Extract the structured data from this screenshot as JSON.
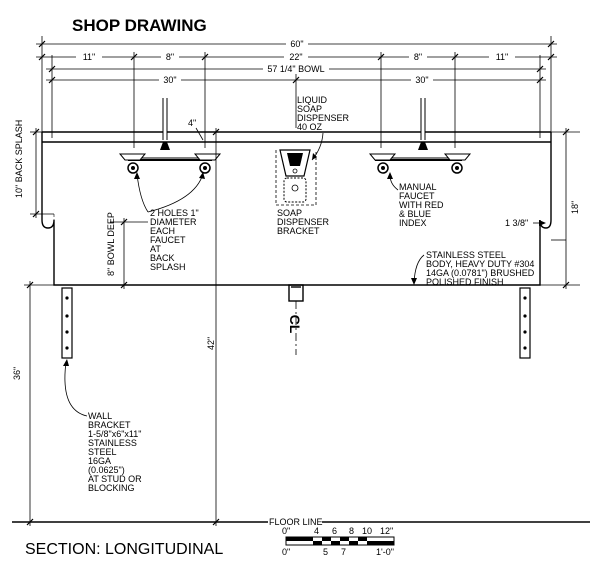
{
  "title": "SHOP DRAWING",
  "section_title": "SECTION: LONGITUDINAL",
  "dimensions": {
    "overall": "60\"",
    "left_11": "11\"",
    "left_8": "8\"",
    "center_22": "22\"",
    "right_8": "8\"",
    "right_11": "11\"",
    "bowl": "57 1/4\" BOWL",
    "left_30": "30\"",
    "right_30": "30\"",
    "gap_4": "4\"",
    "backsplash_10": "10\" BACK SPLASH",
    "height_18": "18\"",
    "edge_1_3_8": "1 3/8\"",
    "bowl_deep": "8\" BOWL DEEP",
    "height_36": "36\"",
    "height_42": "42\""
  },
  "callouts": {
    "liquid_soap": [
      "LIQUID",
      "SOAP",
      "DISPENSER",
      "40 OZ"
    ],
    "soap_bracket": [
      "SOAP",
      "DISPENSER",
      "BRACKET"
    ],
    "manual_faucet": [
      "MANUAL",
      "FAUCET",
      "WITH RED",
      "& BLUE",
      "INDEX"
    ],
    "holes": [
      "2 HOLES 1\"",
      "DIAMETER",
      "EACH",
      "FAUCET",
      "AT",
      "BACK",
      "SPLASH"
    ],
    "stainless_body": [
      "STAINLESS STEEL",
      "BODY, HEAVY DUTY #304",
      "14GA (0.0781\") BRUSHED",
      "POLISHED FINISH"
    ],
    "wall_bracket": [
      "WALL",
      "BRACKET",
      "1-5/8\"x6\"x11\"",
      "STAINLESS",
      "STEEL",
      "16GA",
      "(0.0625\")",
      "AT STUD OR",
      "BLOCKING"
    ]
  },
  "floor_line": "FLOOR LINE",
  "scale_top": [
    "0\"",
    "4",
    "6",
    "8",
    "10",
    "12\""
  ],
  "scale_bottom": [
    "0\"",
    "5",
    "7",
    "1'-0\""
  ],
  "centerline_symbol": "CL"
}
